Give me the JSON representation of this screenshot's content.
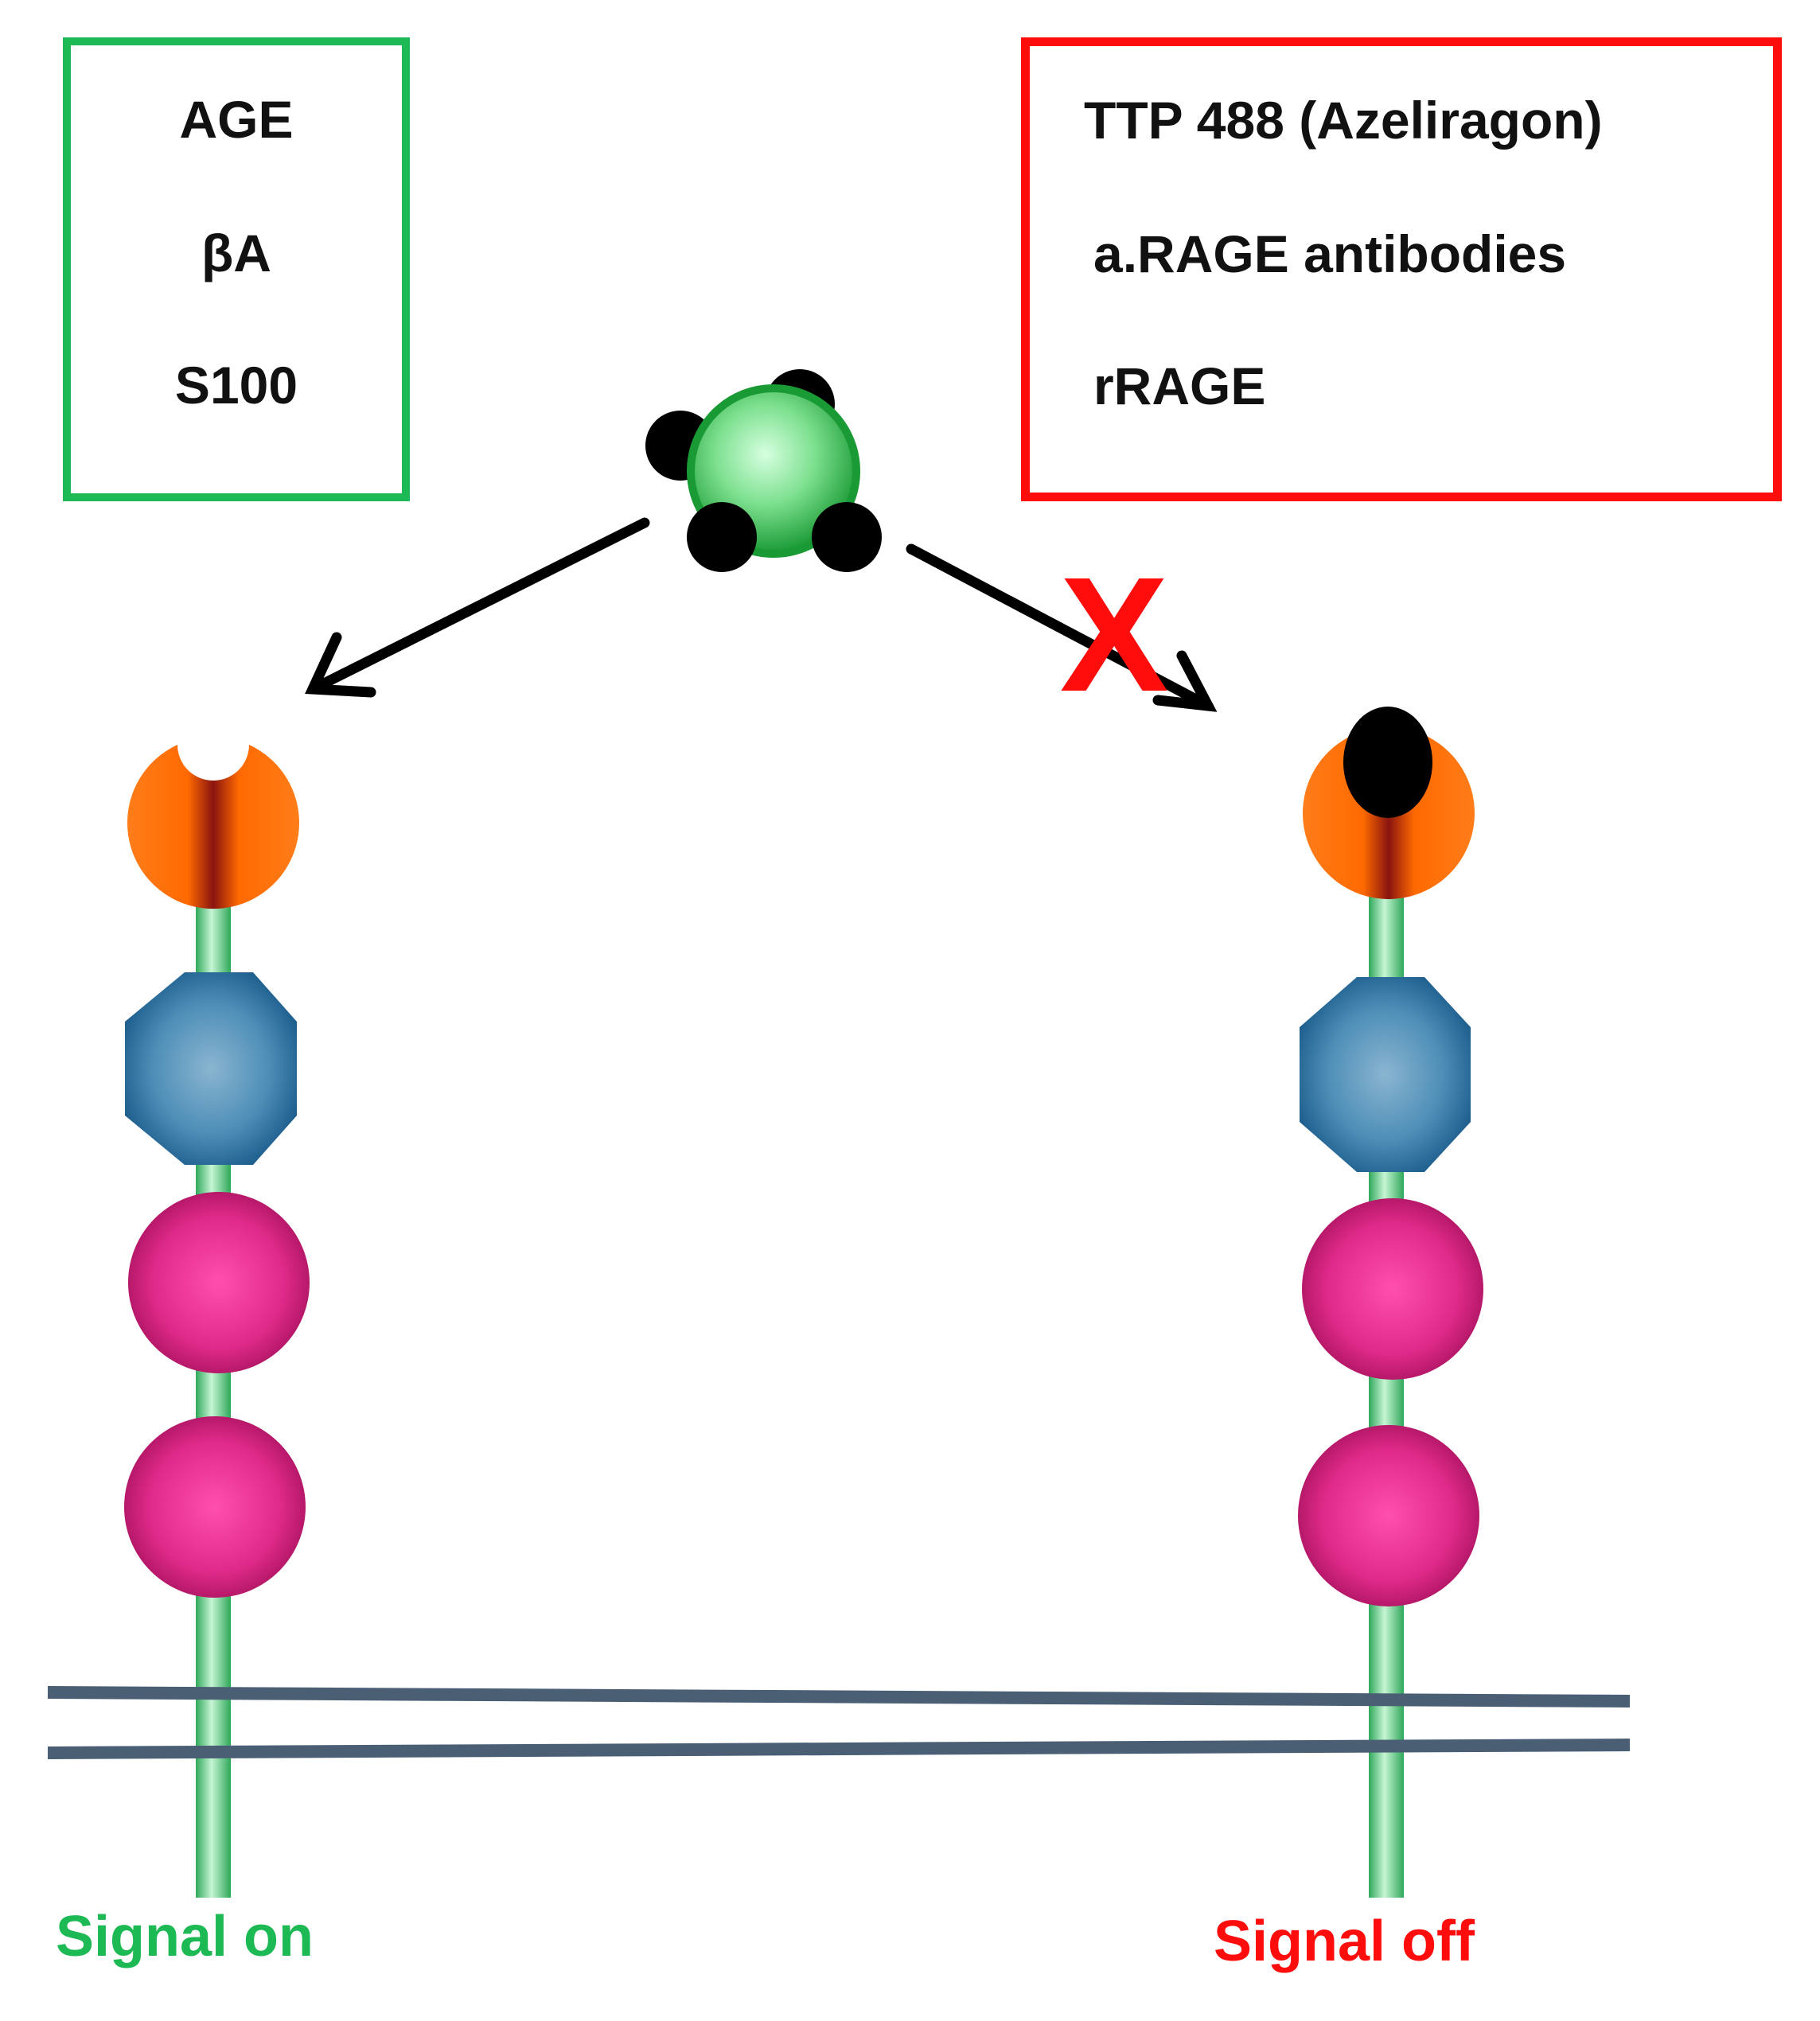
{
  "ligands_box": {
    "items": [
      "AGE",
      "βA",
      "S100"
    ],
    "border_color": "#1db954"
  },
  "inhibitors_box": {
    "items": [
      "TTP 488 (Azeliragon)",
      "a.RAGE antibodies",
      "rRAGE"
    ],
    "border_color": "#ff0d0d"
  },
  "signal_on": {
    "label": "Signal on",
    "color": "#1db954"
  },
  "signal_off": {
    "label": "Signal off",
    "color": "#ff0d0d"
  },
  "blocked_mark": {
    "symbol": "X",
    "color": "#ff0d0d"
  },
  "colors": {
    "ligand_core": "#22aa3a",
    "ligand_dots": "#000000",
    "v_domain": "#ff7a00",
    "c1_domain": "#2e6f9e",
    "c2_domain": "#d81b78",
    "stalk": "#3fbf6a",
    "membrane": "#4a5f74",
    "arrow": "#000000"
  },
  "icons": {
    "ligand": "ligand-icon",
    "receptor": "rage-receptor-icon",
    "membrane": "cell-membrane-icon",
    "arrow": "arrow-icon",
    "blocked": "x-mark-icon"
  }
}
